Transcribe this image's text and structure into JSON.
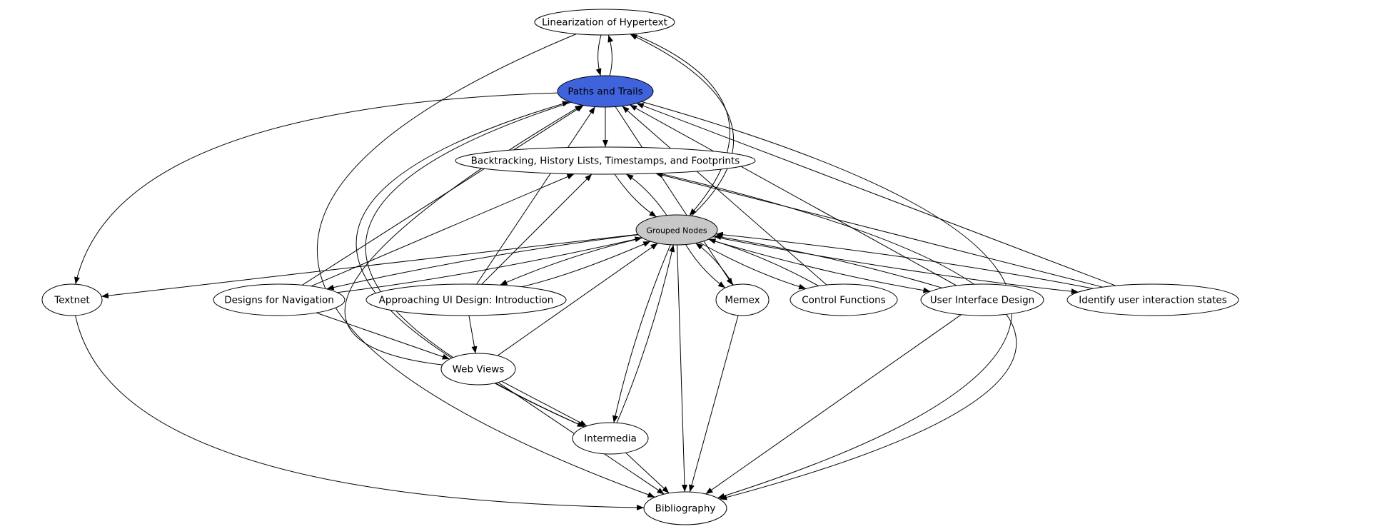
{
  "graph": {
    "colors": {
      "highlight_fill": "#3f63dd",
      "group_fill": "#c8c8c8",
      "default_fill": "#ffffff",
      "stroke": "#000000"
    },
    "nodes": [
      {
        "id": "linearization",
        "label": "Linearization of Hypertext"
      },
      {
        "id": "paths",
        "label": "Paths and Trails",
        "style": "highlight"
      },
      {
        "id": "backtracking",
        "label": "Backtracking, History Lists, Timestamps, and Footprints"
      },
      {
        "id": "grouped",
        "label": "Grouped Nodes",
        "style": "group"
      },
      {
        "id": "textnet",
        "label": "Textnet"
      },
      {
        "id": "designs",
        "label": "Designs for Navigation"
      },
      {
        "id": "approaching",
        "label": "Approaching UI Design: Introduction"
      },
      {
        "id": "memex",
        "label": "Memex"
      },
      {
        "id": "control",
        "label": "Control Functions"
      },
      {
        "id": "uidesign",
        "label": "User Interface Design"
      },
      {
        "id": "identify",
        "label": "Identify user interaction states"
      },
      {
        "id": "webviews",
        "label": "Web Views"
      },
      {
        "id": "intermedia",
        "label": "Intermedia"
      },
      {
        "id": "bibliography",
        "label": "Bibliography"
      }
    ],
    "edges": [
      {
        "from": "linearization",
        "to": "paths"
      },
      {
        "from": "paths",
        "to": "linearization"
      },
      {
        "from": "linearization",
        "to": "bibliography"
      },
      {
        "from": "linearization",
        "to": "grouped"
      },
      {
        "from": "grouped",
        "to": "linearization"
      },
      {
        "from": "paths",
        "to": "backtracking"
      },
      {
        "from": "paths",
        "to": "textnet"
      },
      {
        "from": "paths",
        "to": "memex"
      },
      {
        "from": "paths",
        "to": "bibliography"
      },
      {
        "from": "paths",
        "to": "intermedia"
      },
      {
        "from": "designs",
        "to": "paths"
      },
      {
        "from": "approaching",
        "to": "paths"
      },
      {
        "from": "webviews",
        "to": "paths"
      },
      {
        "from": "intermedia",
        "to": "paths"
      },
      {
        "from": "control",
        "to": "paths"
      },
      {
        "from": "uidesign",
        "to": "paths"
      },
      {
        "from": "identify",
        "to": "paths"
      },
      {
        "from": "backtracking",
        "to": "grouped"
      },
      {
        "from": "grouped",
        "to": "backtracking"
      },
      {
        "from": "backtracking",
        "to": "bibliography"
      },
      {
        "from": "designs",
        "to": "backtracking"
      },
      {
        "from": "approaching",
        "to": "backtracking"
      },
      {
        "from": "identify",
        "to": "backtracking"
      },
      {
        "from": "grouped",
        "to": "textnet"
      },
      {
        "from": "grouped",
        "to": "designs"
      },
      {
        "from": "designs",
        "to": "grouped"
      },
      {
        "from": "grouped",
        "to": "approaching"
      },
      {
        "from": "approaching",
        "to": "grouped"
      },
      {
        "from": "grouped",
        "to": "memex"
      },
      {
        "from": "memex",
        "to": "grouped"
      },
      {
        "from": "grouped",
        "to": "control"
      },
      {
        "from": "control",
        "to": "grouped"
      },
      {
        "from": "grouped",
        "to": "uidesign"
      },
      {
        "from": "uidesign",
        "to": "grouped"
      },
      {
        "from": "grouped",
        "to": "identify"
      },
      {
        "from": "identify",
        "to": "grouped"
      },
      {
        "from": "webviews",
        "to": "grouped"
      },
      {
        "from": "grouped",
        "to": "intermedia"
      },
      {
        "from": "intermedia",
        "to": "grouped"
      },
      {
        "from": "grouped",
        "to": "bibliography"
      },
      {
        "from": "approaching",
        "to": "webviews"
      },
      {
        "from": "designs",
        "to": "webviews"
      },
      {
        "from": "webviews",
        "to": "intermedia"
      },
      {
        "from": "webviews",
        "to": "bibliography"
      },
      {
        "from": "intermedia",
        "to": "bibliography"
      },
      {
        "from": "textnet",
        "to": "bibliography"
      },
      {
        "from": "memex",
        "to": "bibliography"
      },
      {
        "from": "uidesign",
        "to": "bibliography"
      }
    ]
  }
}
